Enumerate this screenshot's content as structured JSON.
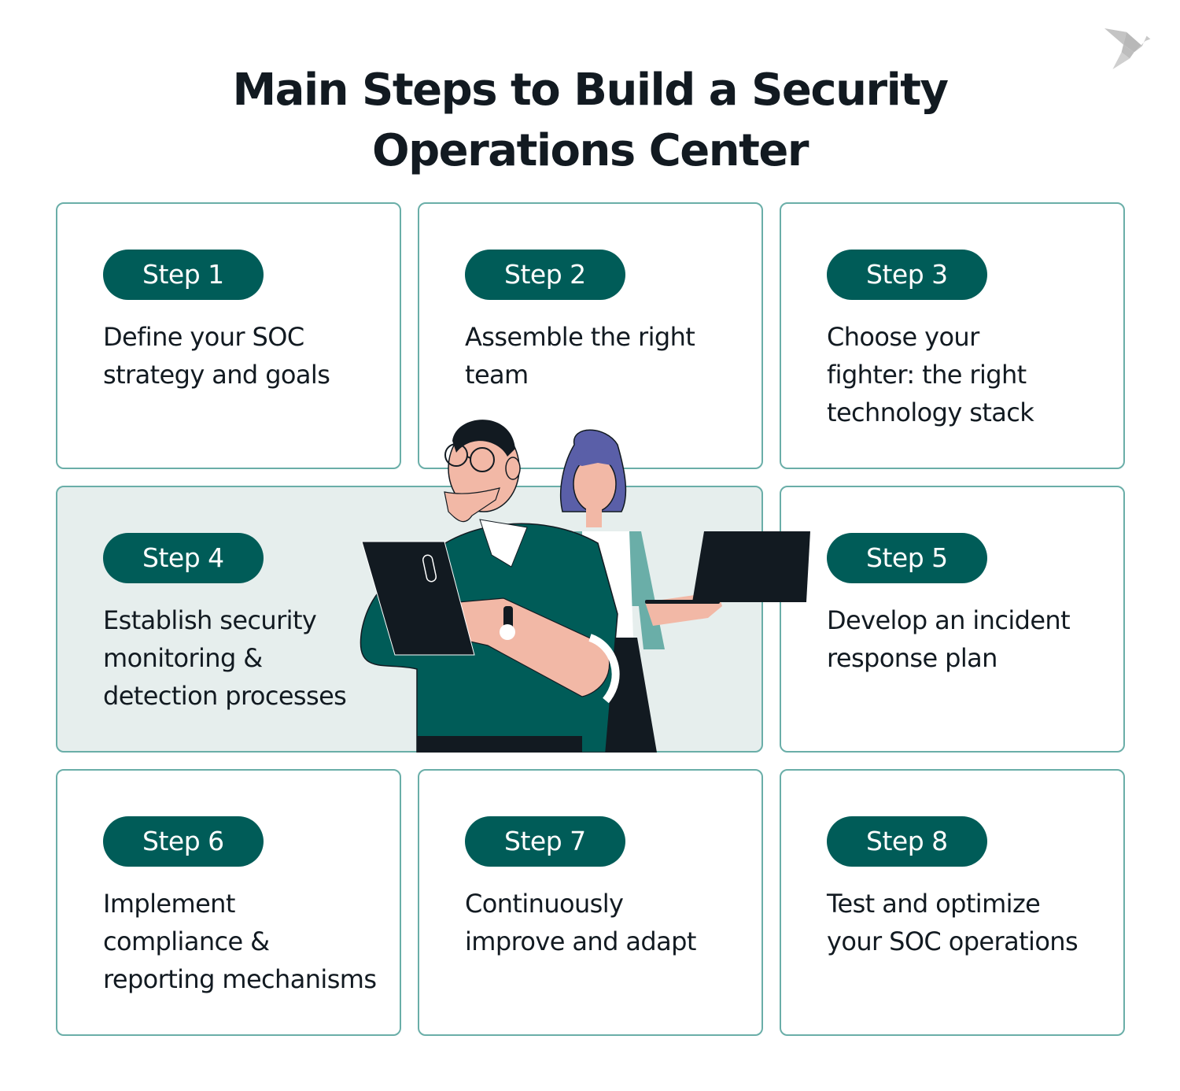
{
  "header": {
    "title_line1": "Main Steps to Build a Security",
    "title_line2": "Operations Center",
    "logo_icon": "origami-bird-icon"
  },
  "colors": {
    "accent": "#005c58",
    "card_border": "#6aaea8",
    "highlight_bg": "#e6eeed",
    "text": "#121a21"
  },
  "steps": [
    {
      "label": "Step 1",
      "lines": [
        "Define your SOC",
        "strategy and goals"
      ]
    },
    {
      "label": "Step 2",
      "lines": [
        "Assemble the right",
        "team"
      ]
    },
    {
      "label": "Step 3",
      "lines": [
        "Choose your",
        "fighter: the right",
        "technology stack"
      ]
    },
    {
      "label": "Step 4",
      "lines": [
        "Establish security",
        "monitoring &",
        "detection processes"
      ]
    },
    {
      "label": "Step 5",
      "lines": [
        "Develop an incident",
        "response plan"
      ]
    },
    {
      "label": "Step 6",
      "lines": [
        "Implement",
        "compliance &",
        "reporting mechanisms"
      ]
    },
    {
      "label": "Step 7",
      "lines": [
        "Continuously",
        "improve and adapt"
      ]
    },
    {
      "label": "Step 8",
      "lines": [
        "Test and optimize",
        "your SOC operations"
      ]
    }
  ],
  "illustration": {
    "name": "two-people-with-tablet-and-laptop-illustration"
  }
}
